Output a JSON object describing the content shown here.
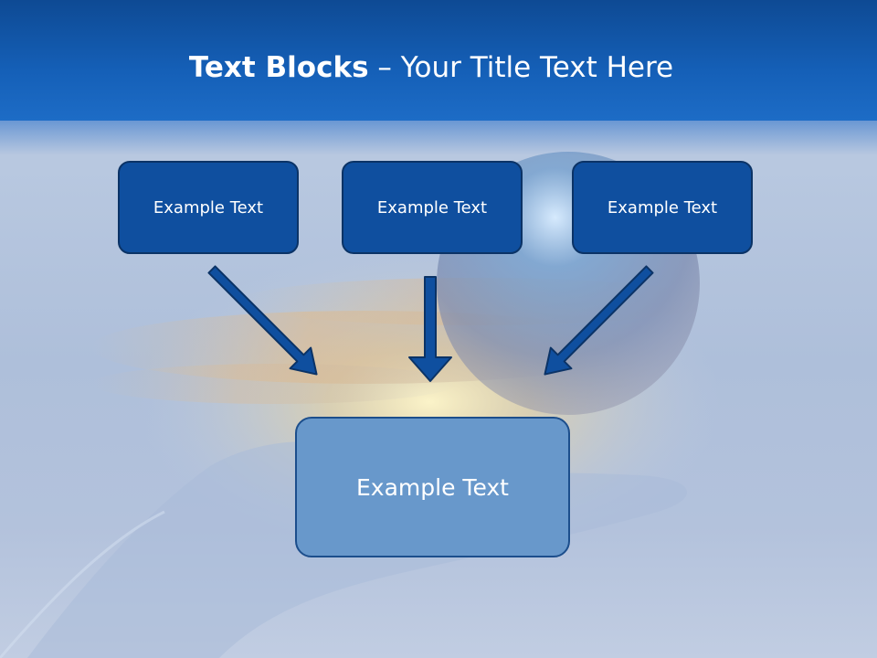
{
  "title": {
    "bold_part": "Text Blocks",
    "separator": " – ",
    "rest_part": "Your Title Text Here"
  },
  "blocks": {
    "left": "Example Text",
    "center": "Example Text",
    "right": "Example Text",
    "bottom": "Example Text"
  },
  "colors": {
    "title_bar": "#1560b8",
    "block_fill": "#0f4f9f",
    "block_border": "#0b3366",
    "bottom_fill": "#6898cb",
    "arrow_fill": "#0f4f9f"
  }
}
